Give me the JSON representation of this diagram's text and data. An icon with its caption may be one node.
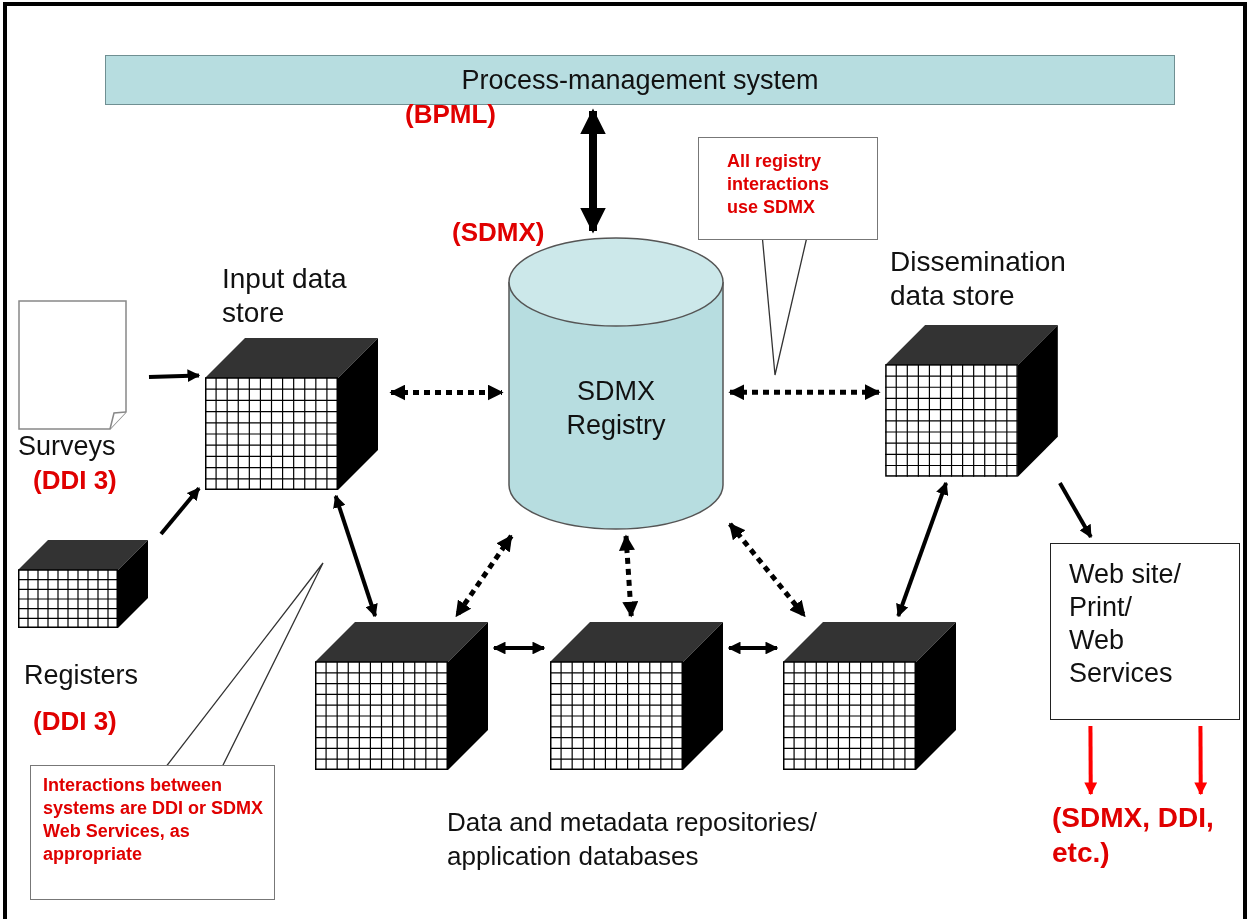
{
  "diagram": {
    "nodes": [
      {
        "text": [
          "Process-management system"
        ]
      },
      {
        "text": [
          "SDMX Registry"
        ]
      },
      {
        "text": [
          "Input data store"
        ]
      },
      {
        "text": [
          "Surveys"
        ],
        "beside": [
          "(DDI 3)"
        ]
      },
      {
        "text": [
          "Registers"
        ],
        "beside": [
          "(DDI 3)"
        ]
      },
      {
        "text": [
          "Dissemination data store"
        ]
      },
      {
        "text": [],
        "shape": "cube"
      },
      {
        "text": [],
        "shape": "cube"
      },
      {
        "text": [],
        "shape": "cube"
      },
      {
        "text": [
          "Web site/ Print/ Web Services"
        ]
      },
      {
        "text": [
          "All registry interactions use SDMX"
        ]
      },
      {
        "text": [
          "Interactions between systems are DDI or SDMX Web Services, as appropriate"
        ]
      },
      {
        "text": [
          "(SDMX, DDI, etc.)"
        ]
      }
    ],
    "edges": [
      {
        "from": 0,
        "to": 1,
        "arrow": "both",
        "style": "thick"
      },
      {
        "from": 3,
        "to": 2,
        "arrow": "to"
      },
      {
        "from": 4,
        "to": 2,
        "arrow": "to"
      },
      {
        "from": 2,
        "to": 1,
        "arrow": "both",
        "style": "dashed"
      },
      {
        "from": 1,
        "to": 5,
        "arrow": "both",
        "style": "dashed"
      },
      {
        "from": 2,
        "to": 6,
        "arrow": "both"
      },
      {
        "from": 1,
        "to": 6,
        "arrow": "both",
        "style": "dashed"
      },
      {
        "from": 1,
        "to": 7,
        "arrow": "both",
        "style": "dashed"
      },
      {
        "from": 1,
        "to": 8,
        "arrow": "both",
        "style": "dashed"
      },
      {
        "from": 6,
        "to": 7,
        "arrow": "both"
      },
      {
        "from": 7,
        "to": 8,
        "arrow": "both"
      },
      {
        "from": 5,
        "to": 8,
        "arrow": "both"
      },
      {
        "from": 5,
        "to": 9,
        "arrow": "to"
      },
      {
        "from": 9,
        "to": 12,
        "arrow": "to",
        "color": "#ff0000"
      },
      {
        "from": 9,
        "to": 12,
        "arrow": "to",
        "color": "#ff0000"
      },
      {
        "from": 10,
        "to": null,
        "arrow": "none"
      },
      {
        "from": 11,
        "to": null,
        "arrow": "none"
      }
    ],
    "labels": [
      "(BPML)",
      "(SDMX)",
      "Data and metadata repositories/ application databases"
    ]
  }
}
